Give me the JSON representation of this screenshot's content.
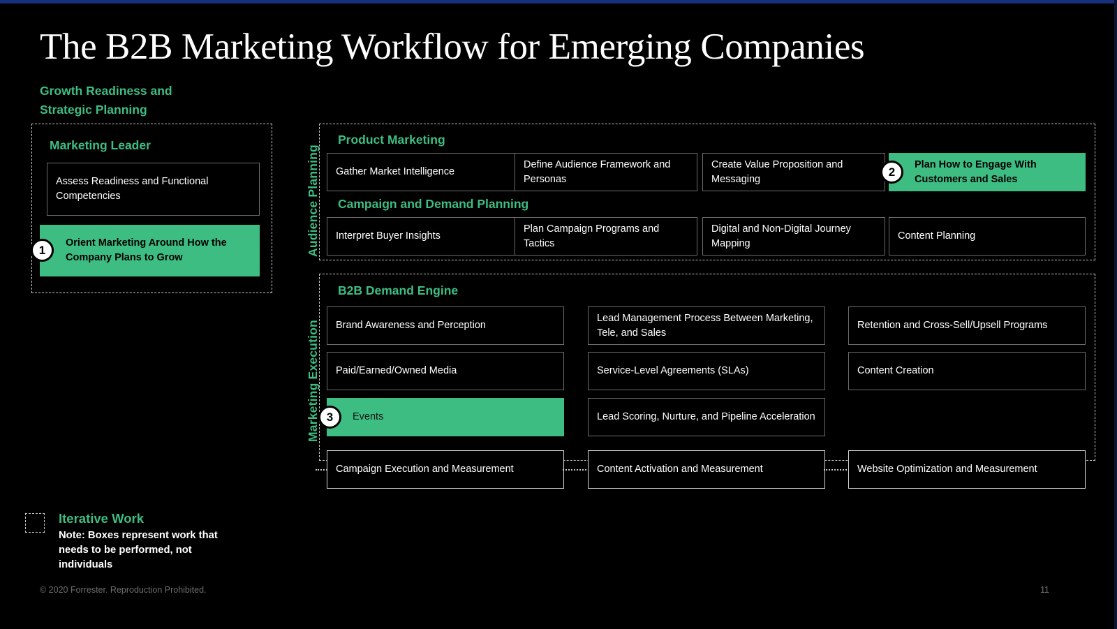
{
  "slide": {
    "title": "The B2B Marketing Workflow for Emerging Companies",
    "kicker_line1": "Growth Readiness and",
    "kicker_line2": "Strategic Planning",
    "page_number": "11",
    "copyright": "© 2020 Forrester. Reproduction Prohibited.",
    "accent_green": "#3ebd83",
    "accent_blue": "#16307e",
    "background": "#000000"
  },
  "bands": {
    "audience_planning": "Audience Planning",
    "marketing_execution": "Marketing Execution"
  },
  "left_panel": {
    "heading": "Marketing Leader",
    "boxes": [
      {
        "label": "Assess Readiness and Functional Competencies",
        "highlight": false
      },
      {
        "label": "Orient Marketing Around How the Company Plans to Grow",
        "highlight": true,
        "badge": "1"
      }
    ]
  },
  "product_marketing": {
    "heading": "Product Marketing",
    "boxes": [
      {
        "label": "Gather Market Intelligence",
        "highlight": false
      },
      {
        "label": "Define Audience Framework and Personas",
        "highlight": false
      },
      {
        "label": "Create Value Proposition and Messaging",
        "highlight": false
      },
      {
        "label": "Plan How to Engage With Customers and Sales",
        "highlight": true,
        "badge": "2"
      }
    ]
  },
  "campaign_demand_planning": {
    "heading": "Campaign and Demand Planning",
    "boxes": [
      {
        "label": "Interpret Buyer Insights",
        "highlight": false
      },
      {
        "label": "Plan Campaign Programs and Tactics",
        "highlight": false
      },
      {
        "label": "Digital and Non-Digital Journey Mapping",
        "highlight": false
      },
      {
        "label": "Content Planning",
        "highlight": false
      }
    ]
  },
  "demand_engine": {
    "heading": "B2B Demand Engine",
    "col1": [
      {
        "label": "Brand Awareness and Perception",
        "highlight": false
      },
      {
        "label": "Paid/Earned/Owned Media",
        "highlight": false
      },
      {
        "label": "Events",
        "highlight": true,
        "badge": "3"
      }
    ],
    "col2": [
      {
        "label": "Lead Management Process Between Marketing, Tele, and Sales",
        "highlight": false
      },
      {
        "label": "Service-Level Agreements (SLAs)",
        "highlight": false
      },
      {
        "label": "Lead Scoring, Nurture, and Pipeline Acceleration",
        "highlight": false
      }
    ],
    "col3": [
      {
        "label": "Retention and Cross-Sell/Upsell Programs",
        "highlight": false
      },
      {
        "label": "Content Creation",
        "highlight": false
      }
    ],
    "measurement_row": [
      {
        "label": "Campaign Execution and Measurement"
      },
      {
        "label": "Content Activation and Measurement"
      },
      {
        "label": "Website Optimization and Measurement"
      }
    ]
  },
  "legend": {
    "title": "Iterative Work",
    "note": "Note: Boxes represent work that needs to be performed, not individuals"
  }
}
